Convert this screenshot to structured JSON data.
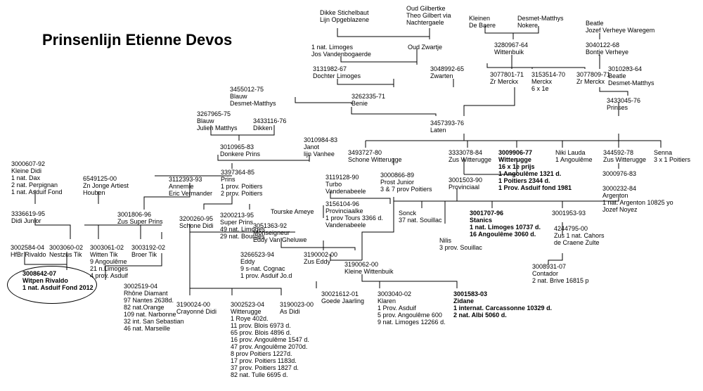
{
  "title": "Prinsenlijn Etienne Devos",
  "nodes": [
    {
      "id": "dikke",
      "lines": [
        "Dikke Stichelbaut",
        "Lijn Opgeblazene"
      ]
    },
    {
      "id": "oudgilbertke",
      "lines": [
        "Oud Gilbertke",
        "Theo Gilbert via",
        "Nachtergaele"
      ]
    },
    {
      "id": "kleinen",
      "lines": [
        "Kleinen",
        "De Baere"
      ]
    },
    {
      "id": "desmet1",
      "lines": [
        "Desmet-Matthys",
        "Nokere"
      ]
    },
    {
      "id": "beatle1",
      "lines": [
        "Beatle",
        "Jozef Verheye Waregem"
      ]
    },
    {
      "id": "limoges",
      "lines": [
        "1 nat. Limoges",
        "Jos Vandenbogaerde"
      ]
    },
    {
      "id": "oudzwartje",
      "lines": [
        "Oud Zwartje"
      ]
    },
    {
      "id": "wittebuik",
      "lines": [
        "3280967-64",
        "Wittenbuik"
      ]
    },
    {
      "id": "bontje",
      "lines": [
        "3040122-68",
        "Bontje Verheye"
      ]
    },
    {
      "id": "dochter",
      "lines": [
        "3131982-67",
        "Dochter Limoges"
      ]
    },
    {
      "id": "zwarten",
      "lines": [
        "3048992-65",
        "Zwarten"
      ]
    },
    {
      "id": "zrmerckx1",
      "lines": [
        "3077801-71",
        "Zr Merckx"
      ]
    },
    {
      "id": "merckx",
      "lines": [
        "3153514-70",
        "Merckx",
        "6 x 1e"
      ]
    },
    {
      "id": "zrmerckx2",
      "lines": [
        "3077809-71",
        "Zr Merckx"
      ]
    },
    {
      "id": "beatle2",
      "lines": [
        "3010203-64",
        "Beatle",
        "Desmet-Matthys"
      ]
    },
    {
      "id": "blauw1",
      "lines": [
        "3455012-75",
        "Blauw",
        "Desmet-Matthys"
      ]
    },
    {
      "id": "benie",
      "lines": [
        "3262335-71",
        "Benie"
      ]
    },
    {
      "id": "prinses",
      "lines": [
        "3433045-76",
        "Prinses"
      ]
    },
    {
      "id": "blauw2",
      "lines": [
        "3267965-75",
        "Blauw",
        "Julien Matthys"
      ]
    },
    {
      "id": "dikken",
      "lines": [
        "3433116-76",
        "Dikken"
      ]
    },
    {
      "id": "laten",
      "lines": [
        "3457393-76",
        "Laten"
      ]
    },
    {
      "id": "janot",
      "lines": [
        "3010984-83",
        "Janot",
        "lijn Vanhee"
      ]
    },
    {
      "id": "donkere",
      "lines": [
        "3010965-83",
        "Donkere Prins"
      ]
    },
    {
      "id": "schone",
      "lines": [
        "3493727-80",
        "Schone Witterugge"
      ]
    },
    {
      "id": "zusw1",
      "lines": [
        "3333078-84",
        "Zus Witterugge"
      ]
    },
    {
      "id": "witterugge",
      "bold": true,
      "lines": [
        "3009906-77",
        "Witterugge",
        "16 x 1e prijs",
        "1 Angoulême 1321 d.",
        "1 Poitiers 2344 d.",
        "1 Prov. Asduif fond 1981"
      ]
    },
    {
      "id": "nikilauda",
      "lines": [
        "Niki Lauda",
        "1 Angoulême"
      ]
    },
    {
      "id": "zusw2",
      "lines": [
        "344592-78",
        "Zus Witterugge"
      ]
    },
    {
      "id": "senna",
      "lines": [
        "Senna",
        "3 x 1 Poitiers"
      ]
    },
    {
      "id": "kleinedidi",
      "lines": [
        "3000607-92",
        "Kleine Didi",
        "1 nat. Dax",
        "2 nat. Perpignan",
        "1 nat. Asduif Fond"
      ]
    },
    {
      "id": "znjonge",
      "lines": [
        "6549125-00",
        "Zn Jonge Artiest",
        "Houben"
      ]
    },
    {
      "id": "annemie",
      "lines": [
        "3112393-93",
        "Annemie",
        "Eric Vermander"
      ]
    },
    {
      "id": "prins",
      "lines": [
        "3397364-85",
        "Prins",
        "1 prov. Poitiers",
        "2 prov. Poitiers"
      ]
    },
    {
      "id": "turbo",
      "lines": [
        "3119128-90",
        "Turbo",
        "Vandenabeele"
      ]
    },
    {
      "id": "prostjunior",
      "lines": [
        "3000866-89",
        "Prost Junior",
        "3 & 7 prov Poitiers"
      ]
    },
    {
      "id": "provinciaal",
      "lines": [
        "3001503-90",
        "Provinciaal"
      ]
    },
    {
      "id": "n3000976",
      "lines": [
        "3000976-83"
      ]
    },
    {
      "id": "argenton",
      "lines": [
        "3000232-84",
        "Argenton",
        "1 nat. Argenton 10825 yo",
        "Jozef Noyez"
      ]
    },
    {
      "id": "provinciaalke",
      "lines": [
        "3156104-96",
        "Provinciaalke",
        "1 prov Tours 3366 d.",
        "Vandenabeele"
      ]
    },
    {
      "id": "didijunior",
      "lines": [
        "3336619-95",
        "Didi Junior"
      ]
    },
    {
      "id": "zussuper",
      "lines": [
        "3001806-96",
        "Zus Super Prins"
      ]
    },
    {
      "id": "schonedidi",
      "lines": [
        "3200260-95",
        "Schone Didi"
      ]
    },
    {
      "id": "superprins",
      "lines": [
        "3200213-95",
        "Super Prins",
        "49 nat. Limoges",
        "29 nat. Bourges"
      ]
    },
    {
      "id": "tourske",
      "lines": [
        "Tourske Ameye"
      ]
    },
    {
      "id": "sonck",
      "lines": [
        "Sonck",
        "37 nat. Souillac"
      ]
    },
    {
      "id": "stanics",
      "bold": true,
      "lines": [
        "3001707-96",
        "Stanics",
        "1 nat. Limoges 10737 d.",
        "16 Angoulême 3060 d."
      ]
    },
    {
      "id": "n3001953",
      "lines": [
        "3001953-93"
      ]
    },
    {
      "id": "monseigneur",
      "lines": [
        "3051363-92",
        "Monseigneur",
        "Eddy Van Gheluwe"
      ]
    },
    {
      "id": "nilis",
      "lines": [
        "Nilis",
        "3 prov. Souillac"
      ]
    },
    {
      "id": "zus1nat",
      "lines": [
        "4244795-00",
        "Zus 1 nat. Cahors",
        "de Craene Zulte"
      ]
    },
    {
      "id": "hfbr",
      "lines": [
        "3002584-04",
        "HfBr Rivaldo"
      ]
    },
    {
      "id": "nestzus",
      "lines": [
        "3003060-02",
        "Nestzus Tik"
      ]
    },
    {
      "id": "wittentik",
      "lines": [
        "3003061-02",
        "Witten Tik",
        "9 Angoulême",
        "21 n.Limoges",
        "4 prov. Asduif"
      ]
    },
    {
      "id": "broertik",
      "lines": [
        "3003192-02",
        "Broer Tik"
      ]
    },
    {
      "id": "eddy",
      "lines": [
        "3266523-94",
        "Eddy",
        "9 s-nat. Cognac",
        "1 prov. Asduif Jo.d"
      ]
    },
    {
      "id": "zuseddy",
      "lines": [
        "3190002-00",
        "Zus Eddy"
      ]
    },
    {
      "id": "kleinewitten",
      "lines": [
        "3190062-00",
        "Kleine Wittenbuik"
      ]
    },
    {
      "id": "witpen",
      "bold": true,
      "lines": [
        "3008642-07",
        "Witpen Rivaldo",
        "1 nat. Asduif Fond 2012"
      ]
    },
    {
      "id": "contador",
      "lines": [
        "3008931-07",
        "Contador",
        "2 nat. Brive 16815 p"
      ]
    },
    {
      "id": "rhone",
      "lines": [
        "3002519-04",
        "Rhône Diamant",
        "97 Nantes 2638d.",
        "82 nat.Orange",
        "109 nat. Narbonne",
        "32 int. San Sebastian",
        "46 nat. Marseille"
      ]
    },
    {
      "id": "goede",
      "lines": [
        "30021612-01",
        "Goede Jaarling"
      ]
    },
    {
      "id": "klaren",
      "lines": [
        "3003040-02",
        "Klaren",
        "1 Prov. Asduif",
        "5 prov. Angoulême 600",
        "9 nat. Limoges 12266 d."
      ]
    },
    {
      "id": "zidane",
      "bold": true,
      "lines": [
        "3001583-03",
        "Zidane",
        "1 internat. Carcassonne 10329 d.",
        "2 nat. Albi 5060 d."
      ]
    },
    {
      "id": "crayonne",
      "lines": [
        "3190024-00",
        "Crayonné Didi"
      ]
    },
    {
      "id": "wit2",
      "lines": [
        "3002523-04",
        "Witterugge",
        "1 Roye 402d.",
        "11 prov. Blois 6973 d.",
        "65 prov. Blois 4896 d.",
        "16 prov. Angoulême 1547 d.",
        "47 prov. Angoulême 2070d.",
        "8 prov Poitiers 1227d.",
        "17 prov. Poitiers 1183d.",
        "37 prov. Poitiers 1827 d.",
        "82 nat. Tulle 6695 d."
      ]
    },
    {
      "id": "asdidi",
      "lines": [
        "3190023-00",
        "As Didi"
      ]
    }
  ]
}
